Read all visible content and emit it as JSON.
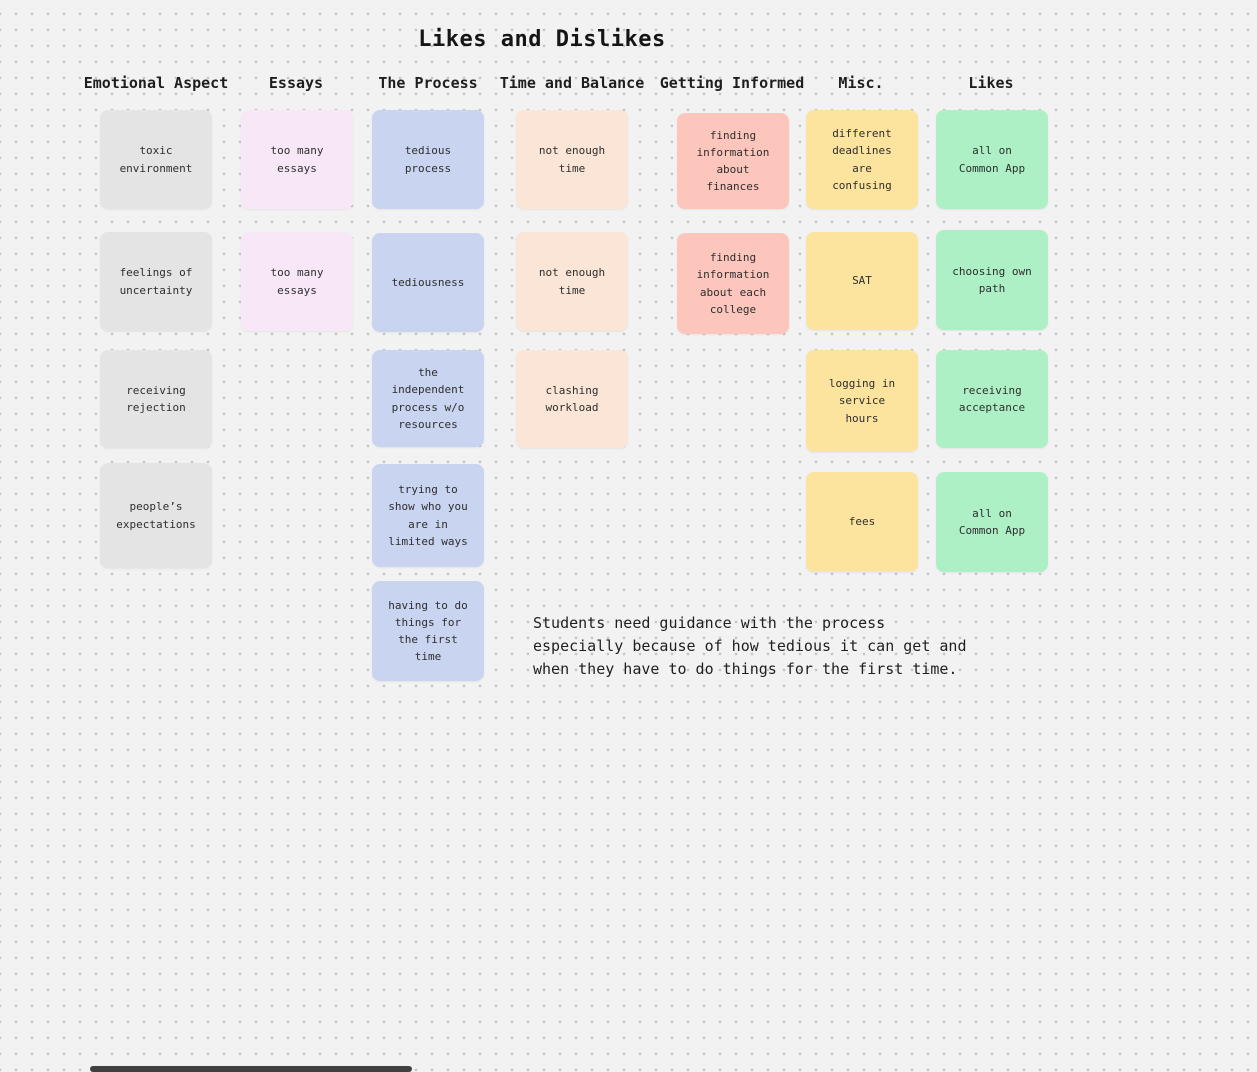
{
  "app": {
    "background_color": "#f2f2f2",
    "dot_grid_color": "#c4c4c4"
  },
  "board": {
    "title": "Likes and Dislikes",
    "columns": [
      {
        "label": "Emotional Aspect",
        "color": "#e4e4e4",
        "notes": [
          "toxic environment",
          "feelings of uncertainty",
          "receiving rejection",
          "people’s expectations"
        ]
      },
      {
        "label": "Essays",
        "color": "#f8e8f7",
        "notes": [
          "too many essays",
          "too many essays"
        ]
      },
      {
        "label": "The Process",
        "color": "#c9d4f0",
        "notes": [
          "tedious process",
          "tediousness",
          "the independent process w/o resources",
          "trying to show who you are in limited ways",
          "having to do things for the first time"
        ]
      },
      {
        "label": "Time and Balance",
        "color": "#fae5d6",
        "notes": [
          "not enough time",
          "not enough time",
          "clashing workload"
        ]
      },
      {
        "label": "Getting Informed",
        "color": "#fdc6bd",
        "notes": [
          "finding information about finances",
          "finding information about each college"
        ]
      },
      {
        "label": "Misc.",
        "color": "#fce49f",
        "notes": [
          "different deadlines are confusing",
          "SAT",
          "logging in service hours",
          "fees"
        ]
      },
      {
        "label": "Likes",
        "color": "#adf0c6",
        "notes": [
          "all on Common App",
          "choosing own path",
          "receiving acceptance",
          "all on Common App"
        ]
      }
    ],
    "summary_note": "Students need guidance with the process especially because of how tedious it can get and when they have to do things for the first time."
  }
}
